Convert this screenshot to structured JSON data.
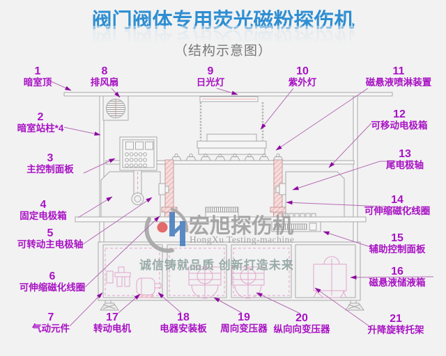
{
  "title": {
    "main": "阀门阀体专用荧光磁粉探伤机",
    "subtitle": "（结构示意图）"
  },
  "watermark": {
    "brand_cn": "宏旭探伤机",
    "brand_en": "HongXu Testing-machine",
    "slogan": "诚信铸就品质  创新打造未来"
  },
  "labels": [
    {
      "num": "1",
      "text": "暗室顶"
    },
    {
      "num": "2",
      "text": "暗室站柱*4"
    },
    {
      "num": "3",
      "text": "主控制面板"
    },
    {
      "num": "4",
      "text": "固定电极箱"
    },
    {
      "num": "5",
      "text": "可转动主电极轴"
    },
    {
      "num": "6",
      "text": "可伸缩磁化线圈"
    },
    {
      "num": "7",
      "text": "气动元件"
    },
    {
      "num": "8",
      "text": "排风扇"
    },
    {
      "num": "9",
      "text": "日光灯"
    },
    {
      "num": "10",
      "text": "紫外灯"
    },
    {
      "num": "11",
      "text": "磁悬液喷淋装置"
    },
    {
      "num": "12",
      "text": "可移动电极箱"
    },
    {
      "num": "13",
      "text": "尾电极轴"
    },
    {
      "num": "14",
      "text": "可伸缩磁化线圈"
    },
    {
      "num": "15",
      "text": "辅助控制面板"
    },
    {
      "num": "16",
      "text": "磁悬液储液箱"
    },
    {
      "num": "17",
      "text": "转动电机"
    },
    {
      "num": "18",
      "text": "电器安装板"
    },
    {
      "num": "19",
      "text": "周向变压器"
    },
    {
      "num": "20",
      "text": "纵向向变压器"
    },
    {
      "num": "21",
      "text": "升降旋转托架"
    }
  ],
  "colors": {
    "title_blue": "#2e8ed2",
    "label_magenta": "#a812c4",
    "leader": "#b46ab4",
    "line_gray": "#a8a8a8",
    "pink_hatch": "#e8b4b4",
    "background": "#f2f2f2"
  }
}
